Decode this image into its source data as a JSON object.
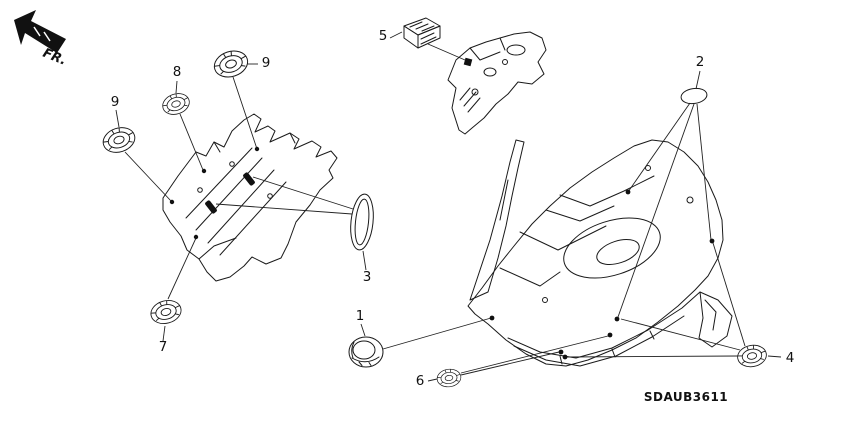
{
  "diagram": {
    "fr_label": "FR.",
    "part_code": "SDAUB3611",
    "callouts": {
      "c1": "1",
      "c2": "2",
      "c3": "3",
      "c4": "4",
      "c5": "5",
      "c6": "6",
      "c7": "7",
      "c8": "8",
      "c9a": "9",
      "c9b": "9"
    }
  }
}
